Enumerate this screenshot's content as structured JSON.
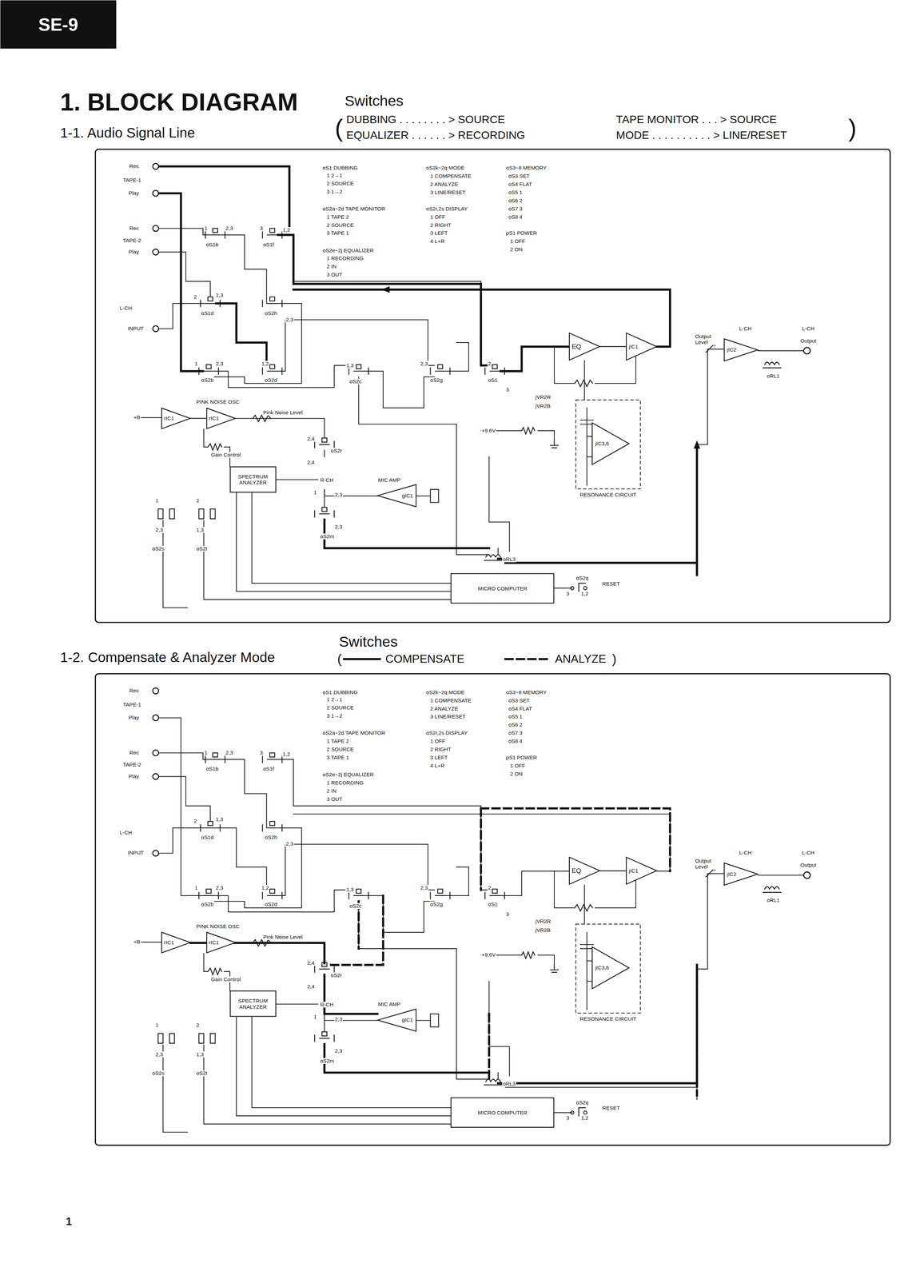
{
  "diagram": {
    "title": "1. BLOCK DIAGRAM",
    "nodes": [
      {
        "text": [
          "SE-9"
        ]
      },
      {
        "text": [
          "EQ"
        ]
      },
      {
        "text": [
          "jIC1"
        ]
      },
      {
        "text": [
          "jIC2"
        ]
      },
      {
        "text": [
          "rIC1"
        ]
      },
      {
        "text": [
          "rIC1"
        ]
      },
      {
        "text": [
          "RESONANCE CIRCUIT"
        ]
      },
      {
        "text": [
          "jIC3,6"
        ],
        "in": 6
      },
      {
        "text": [
          "SPECTRUM ANALYZER"
        ]
      },
      {
        "text": [
          "MIC AMP",
          "gIC1"
        ]
      },
      {
        "text": [
          "MICRO COMPUTER"
        ]
      },
      {
        "text": [
          "EQ"
        ]
      },
      {
        "text": [
          "jIC1"
        ]
      },
      {
        "text": [
          "jIC2"
        ]
      },
      {
        "text": [
          "rIC1"
        ]
      },
      {
        "text": [
          "rIC1"
        ]
      },
      {
        "text": [
          "RESONANCE CIRCUIT"
        ]
      },
      {
        "text": [
          "jIC3,6"
        ],
        "in": 16
      },
      {
        "text": [
          "SPECTRUM ANALYZER"
        ]
      },
      {
        "text": [
          "MIC AMP",
          "gIC1"
        ]
      },
      {
        "text": [
          "MICRO COMPUTER"
        ]
      }
    ],
    "edges": [
      {
        "from": 1,
        "to": 2,
        "arrow": "none"
      },
      {
        "from": 4,
        "to": 5,
        "arrow": "none"
      },
      {
        "from": 11,
        "to": 12,
        "arrow": "none"
      },
      {
        "from": 14,
        "to": 15,
        "arrow": "none"
      }
    ],
    "labels": [
      "1-1. Audio Signal Line",
      "Switches",
      "(",
      "DUBBING . . . . . . . . > SOURCE",
      "EQUALIZER . . . . . . > RECORDING",
      "TAPE MONITOR . . . > SOURCE",
      "MODE . . . . . . . . . . > LINE/RESET",
      ")",
      "Rec",
      "TAPE-1",
      "Play",
      "Rec",
      "TAPE-2",
      "Play",
      "L-CH",
      "INPUT",
      "oS1 DUBBING",
      "1 2→1",
      "2 SOURCE",
      "3 1→2",
      "oS2a~2d TAPE MONITOR",
      "1 TAPE 2",
      "2 SOURCE",
      "3 TAPE 1",
      "oS2e~2j EQUALIZER",
      "1 RECORDING",
      "2 IN",
      "3 OUT",
      "oS2k~2q MODE",
      "1 COMPENSATE",
      "2 ANALYZE",
      "3 LINE/RESET",
      "oS2r,2s DISPLAY",
      "1 OFF",
      "2 RIGHT",
      "3 LEFT",
      "4 L+R",
      "oS3~8 MEMORY",
      "oS3 SET",
      "oS4 FLAT",
      "oS5 1",
      "oS6 2",
      "oS7 3",
      "oS8 4",
      "pS1 POWER",
      "1 OFF",
      "2 ON",
      "oS1b",
      "oS1f",
      "oS1d",
      "oS2h",
      "oS2b",
      "oS2d",
      "oS2c",
      "oS2g",
      "oS1",
      "PINK NOISE OSC",
      "+B",
      "Pink Noise Level",
      "Gain Control",
      "oS2r",
      "R-CH",
      "oS2m",
      "oS2s",
      "oS2t",
      "+9.6V",
      "jVR2R",
      "jVR2B",
      "Output Level",
      "L-CH",
      "L-CH",
      "Output",
      "oRL1",
      "oRL3",
      "oS2q",
      "RESET",
      "3",
      "1,2",
      "2,3",
      "1",
      "3",
      "1,2",
      "2",
      "1,3",
      "2,3",
      "1",
      "2,3",
      "1,2",
      "1,3",
      "2,3",
      "2",
      "3",
      "2,4",
      "2,4",
      "1",
      "2,3",
      "2,3",
      "1",
      "2,3",
      "2",
      "1,3",
      "Switches",
      "1-2. Compensate & Analyzer Mode",
      "(",
      ")",
      "Rec",
      "TAPE-1",
      "Play",
      "Rec",
      "TAPE-2",
      "Play",
      "L-CH",
      "INPUT",
      "oS1 DUBBING",
      "1 2→1",
      "2 SOURCE",
      "3 1→2",
      "oS2a~2d TAPE MONITOR",
      "1 TAPE 2",
      "2 SOURCE",
      "3 TAPE 1",
      "oS2e~2j EQUALIZER",
      "1 RECORDING",
      "2 IN",
      "3 OUT",
      "oS2k~2q MODE",
      "1 COMPENSATE",
      "2 ANALYZE",
      "3 LINE/RESET",
      "oS2r,2s DISPLAY",
      "1 OFF",
      "2 RIGHT",
      "3 LEFT",
      "4 L+R",
      "oS3~8 MEMORY",
      "oS3 SET",
      "oS4 FLAT",
      "oS5 1",
      "oS6 2",
      "oS7 3",
      "oS8 4",
      "pS1 POWER",
      "1 OFF",
      "2 ON",
      "oS1b",
      "oS1f",
      "oS1d",
      "oS2h",
      "oS2b",
      "oS2d",
      "oS2c",
      "oS2g",
      "oS1",
      "PINK NOISE OSC",
      "+B",
      "Pink Noise Level",
      "Gain Control",
      "oS2r",
      "R-CH",
      "oS2m",
      "oS2s",
      "oS2t",
      "+9.6V",
      "jVR2R",
      "jVR2B",
      "Output Level",
      "L-CH",
      "L-CH",
      "Output",
      "oRL1",
      "oRL3",
      "oS2q",
      "RESET",
      "3",
      "1,2",
      "2,3",
      "1",
      "3",
      "1,2",
      "2",
      "1,3",
      "2,3",
      "1",
      "2,3",
      "1,2",
      "1,3",
      "2,3",
      "2",
      "3",
      "2,4",
      "2,4",
      "1",
      "2,3",
      "2,3",
      "1",
      "2,3",
      "2",
      "1,3",
      "1"
    ],
    "legend": [
      {
        "text": "COMPENSATE"
      },
      {
        "text": "ANALYZE"
      }
    ]
  }
}
